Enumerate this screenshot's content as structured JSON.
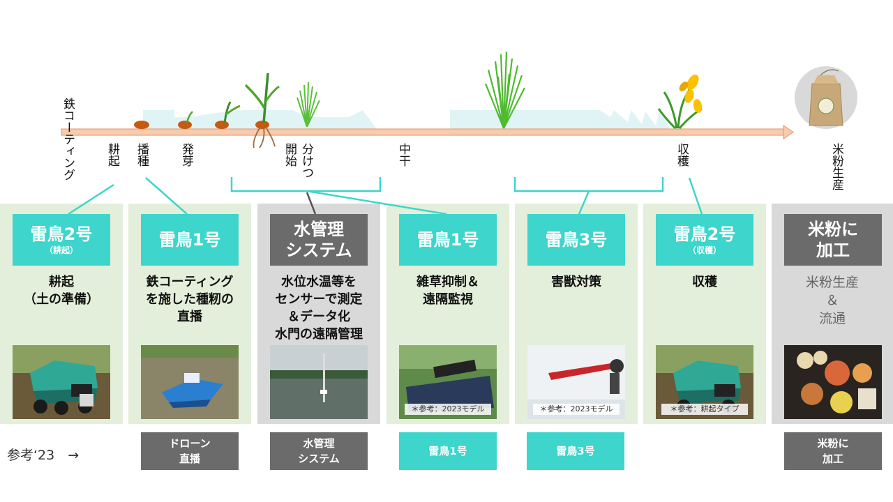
{
  "timeline": {
    "labels": {
      "tetsu": "鉄コーティング",
      "kouki": "耕起",
      "hashu": "播種",
      "hatsuga": "発芽",
      "bunketsu": "分けつ",
      "kaishi": "開始",
      "nakaboshi": "中干",
      "shukaku": "収穫",
      "komeko": "米粉生産"
    }
  },
  "columns": [
    {
      "badge": "雷鳥2号",
      "badge_sub": "（耕起）",
      "desc": "耕起\n（土の準備）",
      "caption": ""
    },
    {
      "badge": "雷鳥1号",
      "badge_sub": "",
      "desc": "鉄コーティング\nを施した種籾の\n直播",
      "caption": ""
    },
    {
      "badge": "水管理\nシステム",
      "badge_sub": "",
      "desc": "水位水温等を\nセンサーで測定\n＆データ化\n水門の遠隔管理",
      "caption": ""
    },
    {
      "badge": "雷鳥1号",
      "badge_sub": "",
      "desc": "雑草抑制＆\n遠隔監視",
      "caption": "＊参考：2023モデル"
    },
    {
      "badge": "雷鳥3号",
      "badge_sub": "",
      "desc": "害獣対策",
      "caption": "＊参考：2023モデル"
    },
    {
      "badge": "雷鳥2号",
      "badge_sub": "（収穫）",
      "desc": "収穫",
      "caption": "＊参考：耕起タイプ"
    },
    {
      "badge": "米粉に\n加工",
      "badge_sub": "",
      "desc": "米粉生産\n＆\n流通",
      "caption": ""
    }
  ],
  "reference": {
    "label": "参考‘23　→",
    "buttons": [
      "ドローン\n直播",
      "水管理\nシステム",
      "雷鳥1号",
      "雷鳥3号",
      "米粉に\n加工"
    ]
  },
  "colors": {
    "teal": "#3dd5cc",
    "dark": "#6b6b6b",
    "green_panel": "#e3efda",
    "gray_panel": "#d9d9d9",
    "arrow": "#f4b183"
  },
  "icons": [
    "rice-seed-icon",
    "sprout-icon",
    "rice-plant-icon",
    "rice-ear-icon",
    "rice-bag-icon",
    "robot-icon",
    "drone-icon"
  ]
}
